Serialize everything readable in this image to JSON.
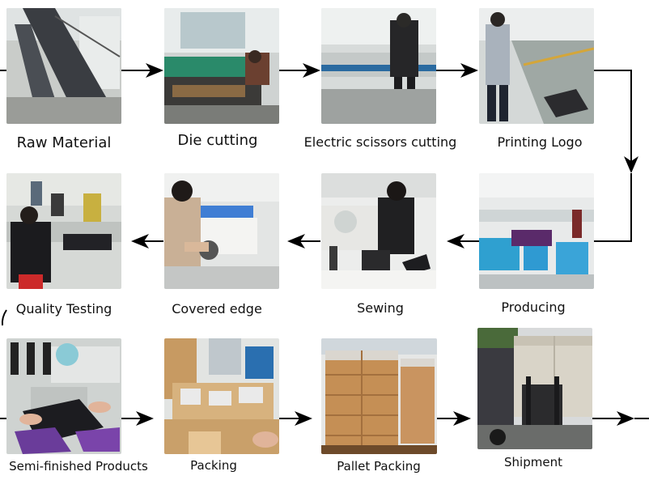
{
  "steps": [
    {
      "label": "Raw Material",
      "photo": "raw-material-photo"
    },
    {
      "label": "Die cutting",
      "photo": "die-cutting-photo"
    },
    {
      "label": "Electric scissors cutting",
      "photo": "electric-scissors-photo"
    },
    {
      "label": "Printing Logo",
      "photo": "printing-logo-photo"
    },
    {
      "label": "Producing",
      "photo": "producing-photo"
    },
    {
      "label": "Sewing",
      "photo": "sewing-photo"
    },
    {
      "label": "Covered edge",
      "photo": "covered-edge-photo"
    },
    {
      "label": "Quality Testing",
      "photo": "quality-testing-photo"
    },
    {
      "label": "Semi-finished Products",
      "photo": "semi-finished-photo"
    },
    {
      "label": "Packing",
      "photo": "packing-photo"
    },
    {
      "label": "Pallet Packing",
      "photo": "pallet-packing-photo"
    },
    {
      "label": "Shipment",
      "photo": "shipment-photo"
    }
  ],
  "colors": {
    "arrow": "#000000",
    "background": "#ffffff",
    "label_text": "#111111"
  }
}
